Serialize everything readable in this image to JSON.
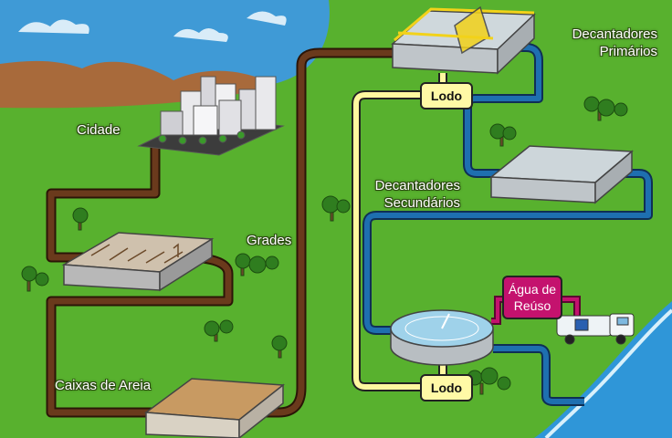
{
  "colors": {
    "sky": "#3f9ad6",
    "grass": "#58b12e",
    "mountain": "#a86a3b",
    "raw_pipe": "#5a3219",
    "treated_pipe": "#1e6fb0",
    "sludge_pipe": "#fff7a0",
    "reuse_pipe": "#c4126e",
    "water": "#2f96d8"
  },
  "labels": {
    "cidade": "Cidade",
    "grades": "Grades",
    "caixas_de_areia": "Caixas de Areia",
    "decantadores_primarios_1": "Decantadores",
    "decantadores_primarios_2": "Primários",
    "decantadores_secundarios_1": "Decantadores",
    "decantadores_secundarios_2": "Secundários",
    "lodo_top": "Lodo",
    "lodo_bottom": "Lodo",
    "agua_de_reuso_1": "Água de",
    "agua_de_reuso_2": "Reúso"
  }
}
